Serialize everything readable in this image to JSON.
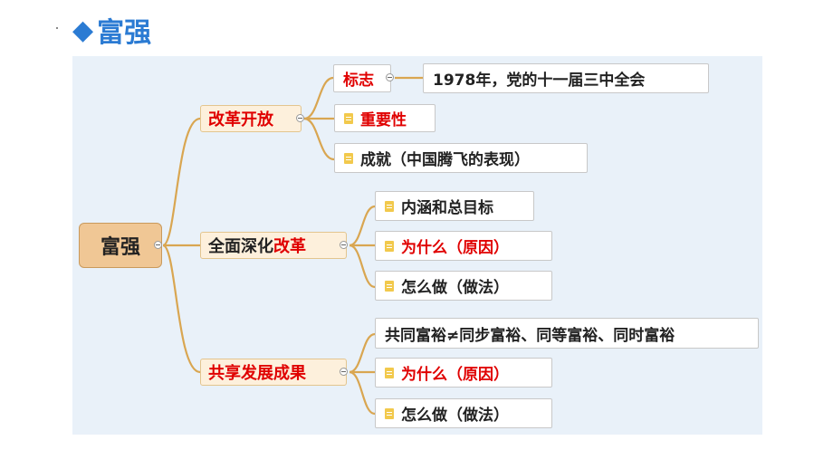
{
  "title": {
    "diamond": "◆",
    "text": "富强"
  },
  "root": "富强",
  "branches": {
    "b1": {
      "label": "改革开放"
    },
    "b2": {
      "label_a": "全面深化",
      "label_b": "改革"
    },
    "b3": {
      "label": "共享发展成果"
    }
  },
  "leaves": {
    "biaozhi": "标志",
    "biaozhi_detail": "1978年，党的十一届三中全会",
    "zhongyaoxing": "重要性",
    "chengjiu": "成就（中国腾飞的表现）",
    "neihan": "内涵和总目标",
    "weishenme1": "为什么（原因）",
    "zenmezuo1": "怎么做（做法）",
    "gongtong": "共同富裕≠同步富裕、同等富裕、同时富裕",
    "weishenme2": "为什么（原因）",
    "zenmezuo2": "怎么做（做法）"
  },
  "colors": {
    "title": "#2b7bd3",
    "line": "#d9a651",
    "emphasis": "#e00000"
  }
}
